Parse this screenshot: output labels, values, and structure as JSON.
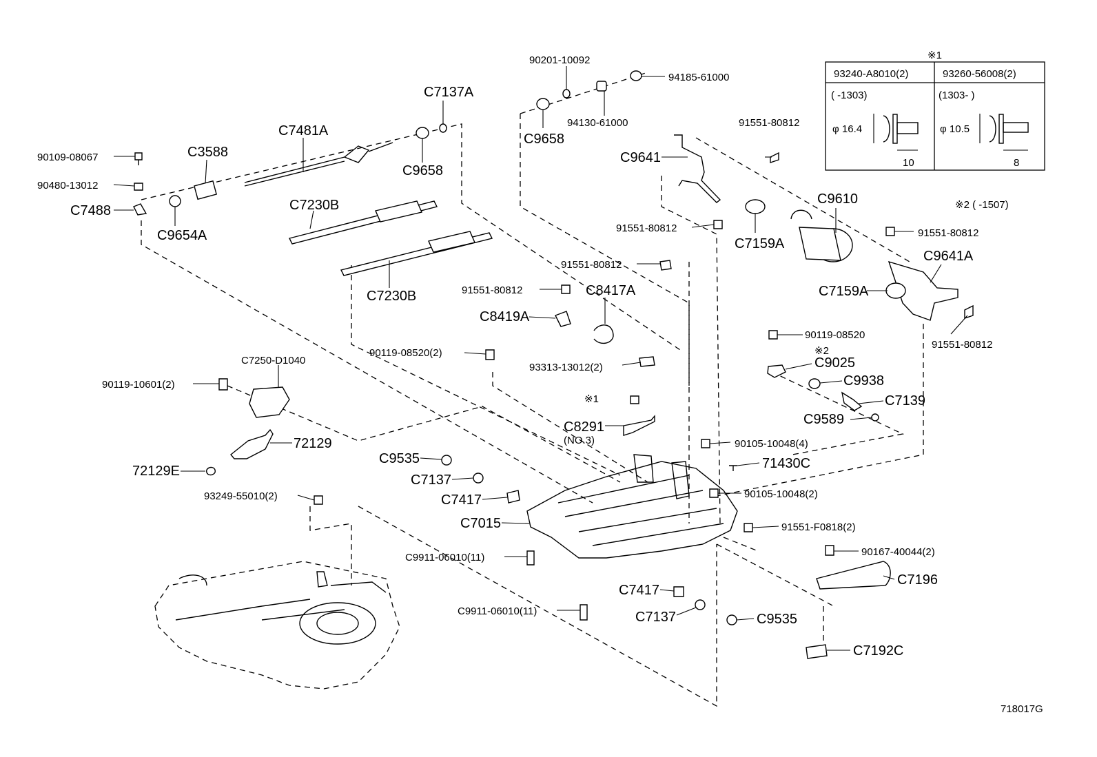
{
  "diagram_id": "718017G",
  "parts": {
    "p90201_10092": "90201-10092",
    "p94185_61000": "94185-61000",
    "p94130_61000": "94130-61000",
    "pC9658_top": "C9658",
    "pC7137A": "C7137A",
    "pC7481A": "C7481A",
    "pC3588": "C3588",
    "p90109_08067": "90109-08067",
    "p90480_13012": "90480-13012",
    "pC7488": "C7488",
    "pC9654A": "C9654A",
    "pC9658_mid": "C9658",
    "pC7230B_top": "C7230B",
    "pC7230B_bot": "C7230B",
    "pC9641": "C9641",
    "p91551_80812_a": "91551-80812",
    "p91551_80812_b": "91551-80812",
    "pC9610": "C9610",
    "pC7159A_a": "C7159A",
    "p91551_80812_c": "91551-80812",
    "p91551_80812_d": "91551-80812",
    "pC9641A": "C9641A",
    "pC7159A_b": "C7159A",
    "p91551_80812_e": "91551-80812",
    "p91551_80812_f": "91551-80812",
    "pC8417A": "C8417A",
    "pC8419A": "C8419A",
    "p90119_08520_2": "90119-08520(2)",
    "p93313_13012_2": "93313-13012(2)",
    "p90119_08520": "90119-08520",
    "pC9025": "C9025",
    "mark2_c9025": "※2",
    "pC9938": "C9938",
    "pC7139": "C7139",
    "pC9589": "C9589",
    "pC7250_D1040": "C7250-D1040",
    "p90119_10601_2": "90119-10601(2)",
    "p72129": "72129",
    "p72129E": "72129E",
    "mark1_c8291": "※1",
    "pC8291": "C8291",
    "pC8291_note": "(NO.3)",
    "p90105_10048_4": "90105-10048(4)",
    "p71430C": "71430C",
    "p90105_10048_2": "90105-10048(2)",
    "pC9535_a": "C9535",
    "pC7137_a": "C7137",
    "pC7417_a": "C7417",
    "pC7015": "C7015",
    "p93249_55010_2": "93249-55010(2)",
    "p91551_F0818_2": "91551-F0818(2)",
    "pC9911_06010_a": "C9911-06010(11)",
    "pC9911_06010_b": "C9911-06010(11)",
    "p90167_40044_2": "90167-40044(2)",
    "pC7196": "C7196",
    "pC7417_b": "C7417",
    "pC7137_b": "C7137",
    "pC9535_b": "C9535",
    "pC7192C": "C7192C"
  },
  "note2": "※2 (      -1507)",
  "table": {
    "mark": "※1",
    "col1": {
      "part": "93240-A8010(2)",
      "range": "(      -1303)",
      "diameter": "φ 16.4",
      "length": "10"
    },
    "col2": {
      "part": "93260-56008(2)",
      "range": "(1303-      )",
      "diameter": "φ 10.5",
      "length": "8"
    }
  }
}
